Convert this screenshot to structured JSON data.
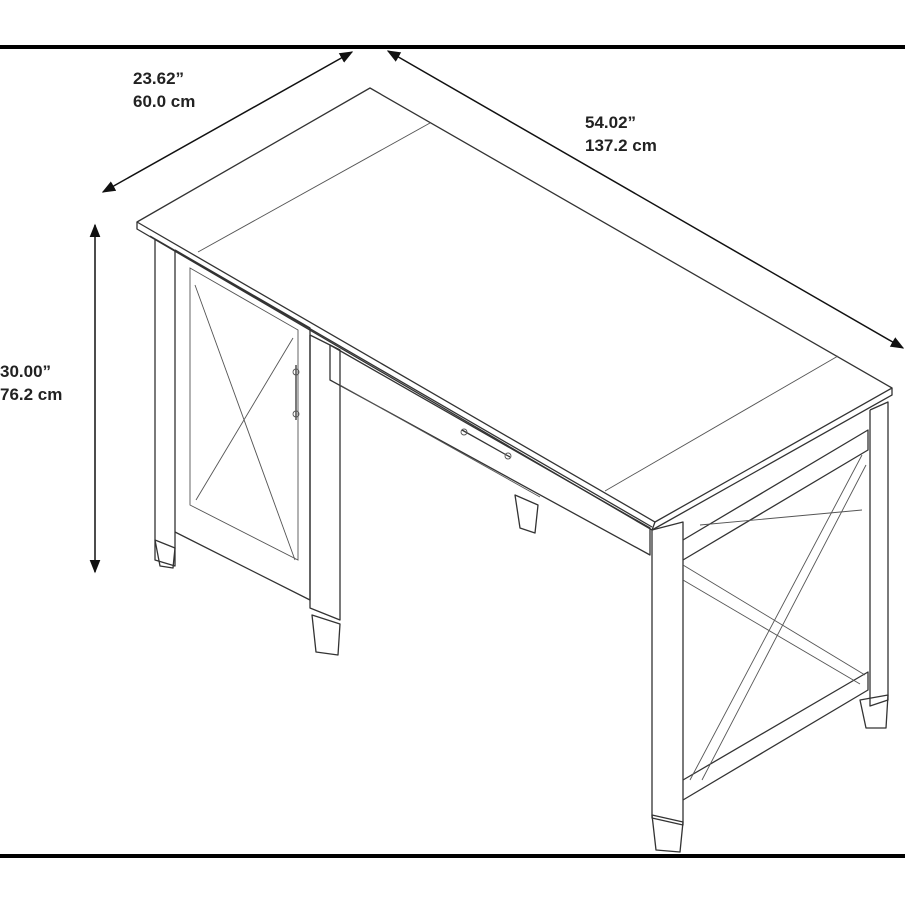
{
  "dimensions": {
    "width": {
      "inches": "23.62”",
      "cm": "60.0 cm"
    },
    "length": {
      "inches": "54.02”",
      "cm": "137.2 cm"
    },
    "height": {
      "inches": "30.00”",
      "cm": "76.2 cm"
    }
  },
  "colors": {
    "line": "#333333",
    "background": "#ffffff",
    "border": "#000000"
  }
}
